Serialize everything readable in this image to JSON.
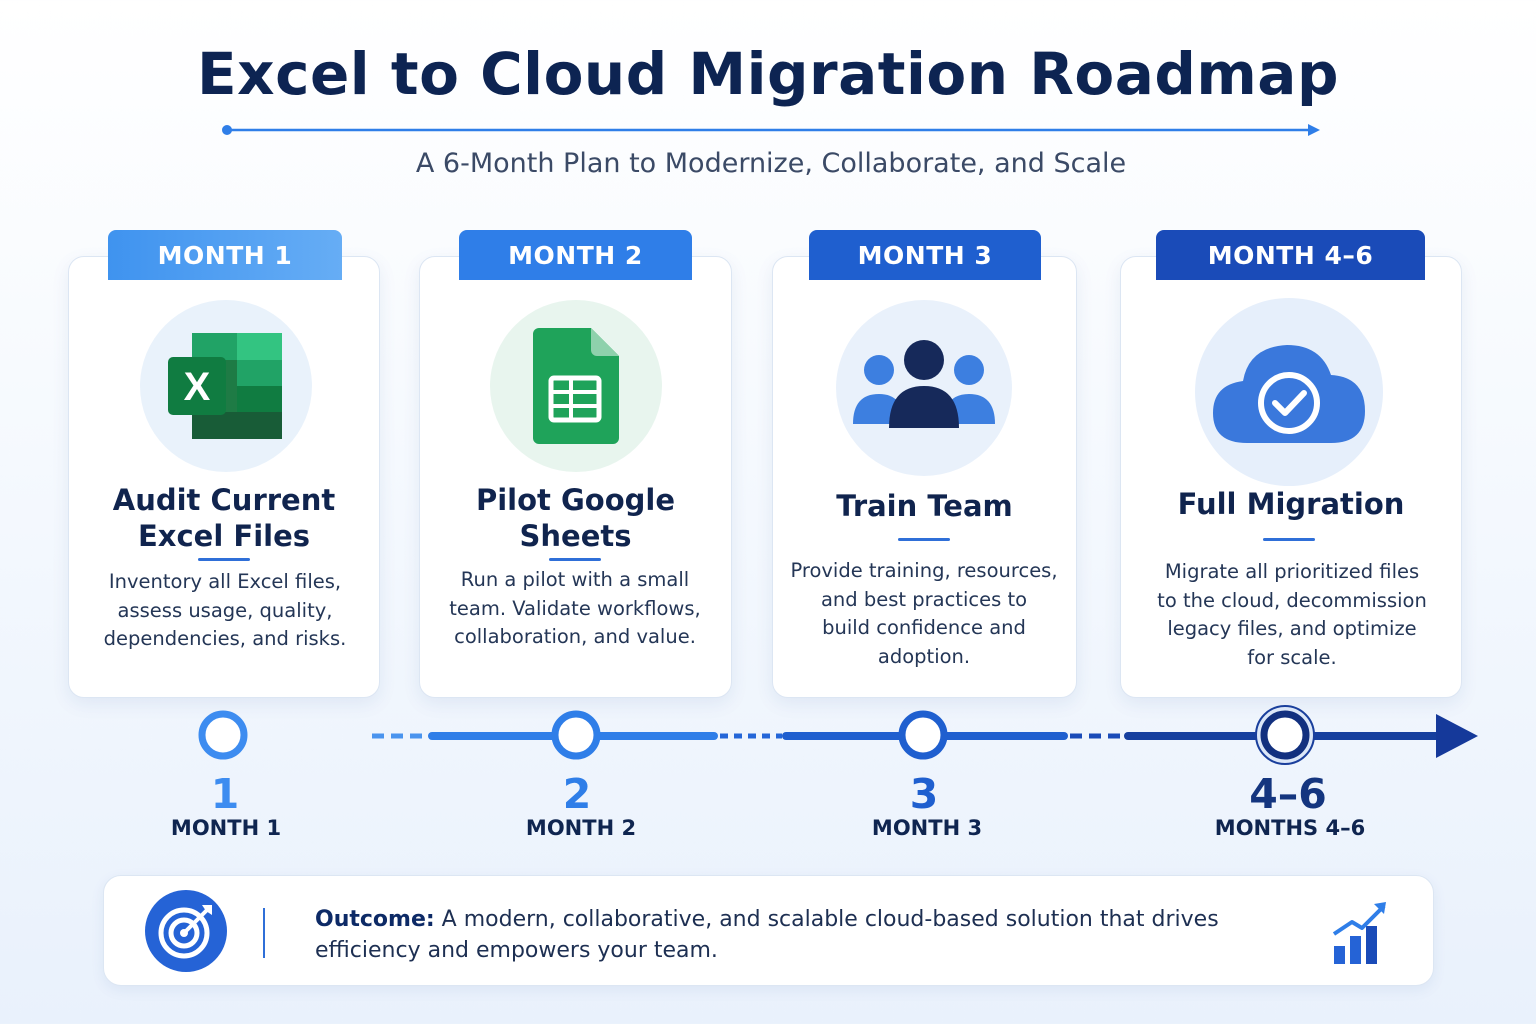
{
  "header": {
    "title": "Excel to Cloud Migration Roadmap",
    "subtitle": "A 6-Month Plan to Modernize, Collaborate, and Scale"
  },
  "phases": [
    {
      "tab": "MONTH 1",
      "title_line1": "Audit Current",
      "title_line2": "Excel Files",
      "desc": [
        "Inventory all Excel files,",
        "assess usage, quality,",
        "dependencies, and risks."
      ],
      "icon": "excel-icon",
      "number": "1",
      "label": "MONTH 1"
    },
    {
      "tab": "MONTH 2",
      "title_line1": "Pilot Google",
      "title_line2": "Sheets",
      "desc": [
        "Run a pilot with a small",
        "team. Validate workflows,",
        "collaboration, and value."
      ],
      "icon": "google-sheets-icon",
      "number": "2",
      "label": "MONTH 2"
    },
    {
      "tab": "MONTH 3",
      "title_line1": "Train Team",
      "desc": [
        "Provide training, resources,",
        "and best practices to",
        "build confidence and",
        "adoption."
      ],
      "icon": "team-icon",
      "number": "3",
      "label": "MONTH 3"
    },
    {
      "tab": "MONTH 4–6",
      "title_line1": "Full Migration",
      "desc": [
        "Migrate all prioritized files",
        "to the cloud, decommission",
        "legacy files, and optimize",
        "for scale."
      ],
      "icon": "cloud-check-icon",
      "number": "4–6",
      "label": "MONTHS 4–6"
    }
  ],
  "outcome": {
    "label": "Outcome:",
    "text": " A modern, collaborative, and scalable cloud-based solution that drives efficiency and empowers your team.",
    "left_icon": "target-icon",
    "right_icon": "growth-chart-icon"
  },
  "colors": {
    "tab1": "#4a9af0",
    "tab2": "#2f7ee8",
    "tab3": "#1f5fcf",
    "tab4": "#1a4bb8",
    "navy": "#0d2452",
    "excel_green": "#1e7b45",
    "sheets_green": "#1fa35a"
  }
}
